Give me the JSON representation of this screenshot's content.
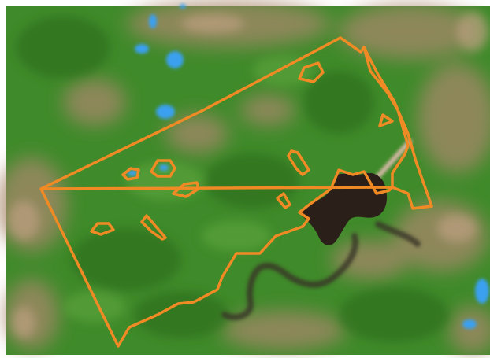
{
  "map": {
    "type": "satellite-image-with-boundary-overlay",
    "colors": {
      "background_frame": "#ffffff",
      "vegetation_base": "#3f8a2a",
      "vegetation_dark": "#2f6f1f",
      "vegetation_light": "#5aa23a",
      "bare_soil": "#a8876a",
      "bare_soil_light": "#c6a488",
      "water": "#3aa0f0",
      "burned_area": "#2b2019",
      "river_shadow": "#3a3328",
      "track_highlight": "#f4c2c0",
      "boundary": "#f08a24"
    },
    "features": {
      "outer_boundary": "area-boundary",
      "inner_boundaries": "sub-area-boundaries",
      "water_bodies": "ponds",
      "burned_area": "dark-patch",
      "river": "dark-channel",
      "track": "light-linear-feature"
    }
  }
}
